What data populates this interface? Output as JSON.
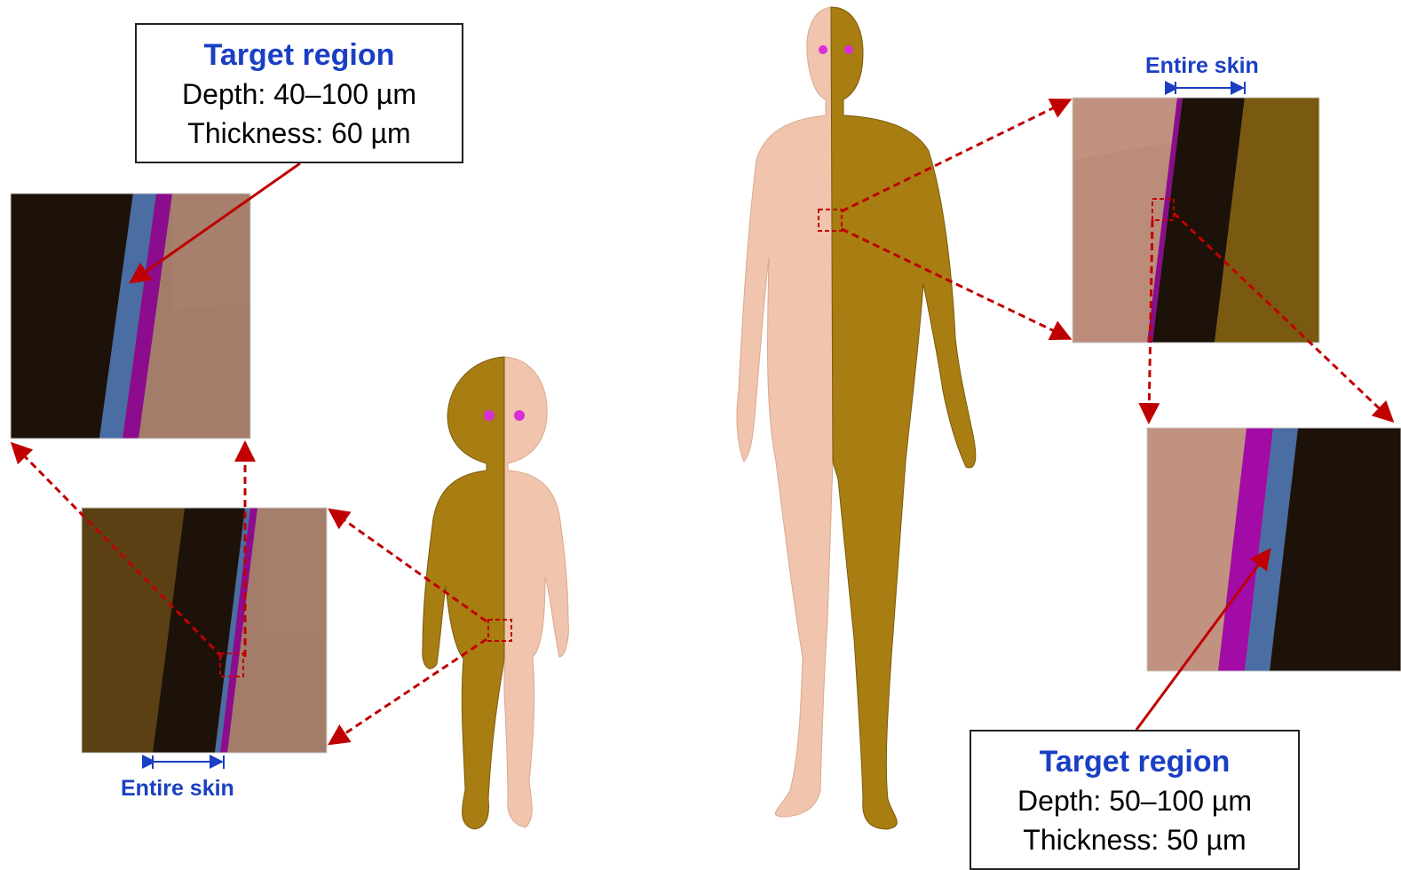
{
  "callouts": {
    "left": {
      "title": "Target region",
      "depth": "Depth: 40–100 µm",
      "thickness": "Thickness: 60 µm"
    },
    "right": {
      "title": "Target region",
      "depth": "Depth: 50–100 µm",
      "thickness": "Thickness: 50 µm"
    }
  },
  "labels": {
    "entire_skin_left": "Entire skin",
    "entire_skin_right": "Entire skin"
  },
  "colors": {
    "pointer_red": "#c00000",
    "label_blue": "#1a3fc4",
    "skin_light": "#f0c4ad",
    "skin_gold": "#a87d12",
    "dermis_dark": "#1c120a",
    "epidermis_blue": "#4a6da3",
    "target_purple": "#8b0c8c",
    "tissue_tan": "#a37d6a"
  }
}
